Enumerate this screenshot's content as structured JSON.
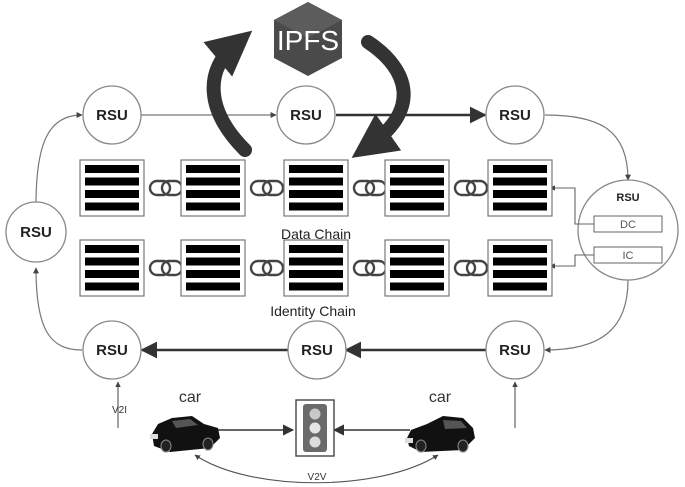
{
  "ipfs": {
    "label": "IPFS",
    "color": "#4a4a4a"
  },
  "rsu": {
    "label": "RSU"
  },
  "chains": {
    "data_label": "Data Chain",
    "identity_label": "Identity Chain",
    "block_count": 5
  },
  "rsu_panel": {
    "title": "RSU",
    "dc_label": "DC",
    "ic_label": "IC"
  },
  "vehicles": {
    "left_label": "car",
    "right_label": "car"
  },
  "links": {
    "v2i": "V2I",
    "v2v": "V2V"
  },
  "colors": {
    "line": "#555555",
    "block": "#000000",
    "rsu_fill": "#ffffff",
    "light_body": "#666666"
  }
}
